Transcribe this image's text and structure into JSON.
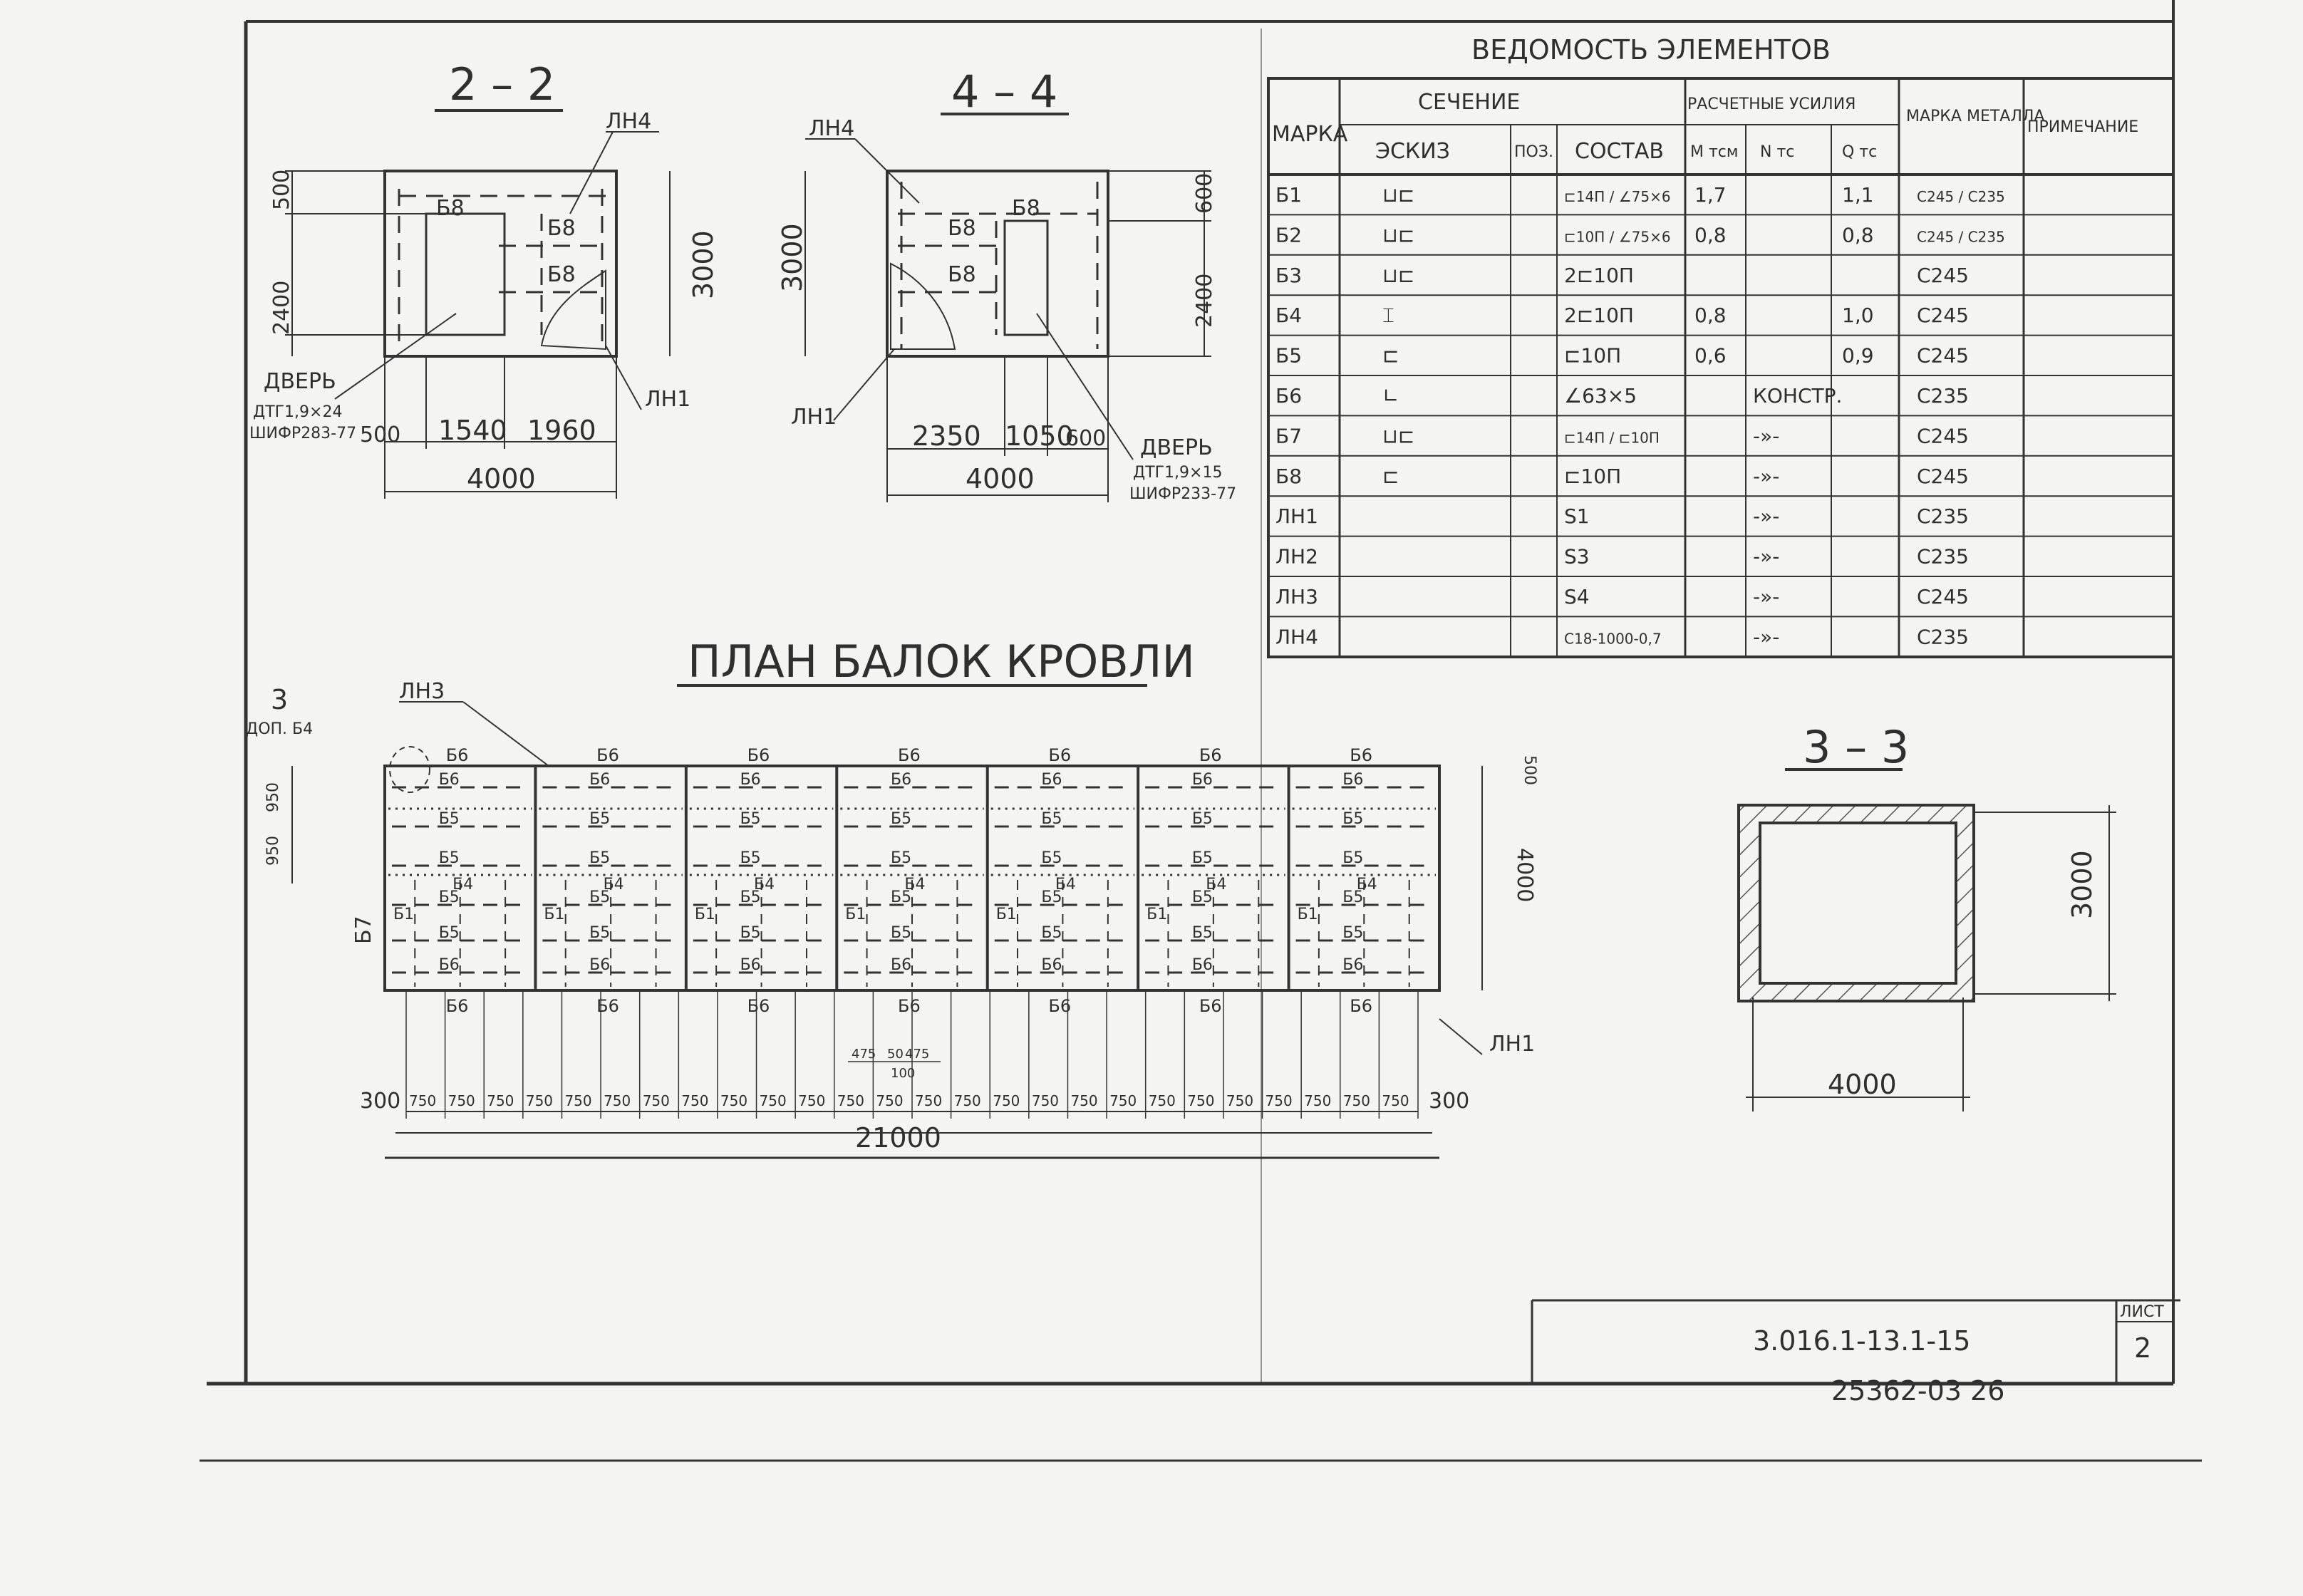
{
  "sections": {
    "s22": {
      "title": "2 – 2",
      "door_label": "ДВЕРЬ",
      "door_spec1": "ДТГ1,9×24",
      "door_spec2": "ШИФР283-77",
      "dim_bottom_1": "1540",
      "dim_bottom_2": "1960",
      "dim_left": "500",
      "dim_total": "4000",
      "dim_height": "3000",
      "dim_side_1": "2400",
      "dim_side_2": "500",
      "lbl_lh4": "ЛН4",
      "lbl_lh1": "ЛН1",
      "beam": "Б8"
    },
    "s44": {
      "title": "4 – 4",
      "door_label": "ДВЕРЬ",
      "door_spec1": "ДТГ1,9×15",
      "door_spec2": "ШИФР233-77",
      "dim_bottom_1": "2350",
      "dim_bottom_2": "1050",
      "dim_bottom_3": "600",
      "dim_total": "4000",
      "dim_height": "3000",
      "dim_side_1": "2400",
      "dim_side_2": "600",
      "lbl_lh4": "ЛН4",
      "lbl_lh1": "ЛН1",
      "beam": "Б8"
    },
    "s33": {
      "title": "3 – 3",
      "dim_width": "4000",
      "dim_height": "3000"
    }
  },
  "plan": {
    "title": "ПЛАН БАЛОК КРОВЛИ",
    "callout_num": "3",
    "callout_ref": "ДОП. Б4",
    "lbl_lh3": "ЛН3",
    "lbl_lh1": "ЛН1",
    "dim_total": "21000",
    "dim_edge": "300",
    "spans": [
      "750",
      "750",
      "750",
      "750",
      "750",
      "750",
      "750",
      "750",
      "750",
      "750",
      "750",
      "750",
      "750",
      "750",
      "750",
      "750",
      "750",
      "750",
      "750",
      "750",
      "750",
      "750",
      "750",
      "750",
      "750",
      "750"
    ],
    "detail_dims": [
      "475",
      "50",
      "475",
      "100"
    ],
    "right_dims": [
      "500",
      "4000"
    ],
    "left_dims": [
      "950",
      "950"
    ],
    "beam_top": "Б6",
    "beam_b5": "Б5",
    "beam_b1": "Б1",
    "beam_b4": "Б4",
    "beam_b7": "Б7",
    "bay_count": 7
  },
  "table": {
    "title": "ВЕДОМОСТЬ ЭЛЕМЕНТОВ",
    "header_mark": "МАРКА",
    "header_section": "СЕЧЕНИЕ",
    "header_forces": "РАСЧЕТНЫЕ УСИЛИЯ",
    "header_metal": "МАРКА МЕТАЛЛА",
    "header_note": "ПРИМЕЧАНИЕ",
    "sub_sketch": "ЭСКИЗ",
    "sub_pos": "ПОЗ.",
    "sub_comp": "СОСТАВ",
    "sub_m": "М тсм",
    "sub_n": "N тс",
    "sub_q": "Q тс",
    "rows": [
      {
        "mark": "Б1",
        "sketch": "⊔⊏",
        "comp": "⊏14П / ∠75×6",
        "m": "1,7",
        "n": "",
        "q": "1,1",
        "metal": "С245 / С235"
      },
      {
        "mark": "Б2",
        "sketch": "⊔⊏",
        "comp": "⊏10П / ∠75×6",
        "m": "0,8",
        "n": "",
        "q": "0,8",
        "metal": "С245 / С235"
      },
      {
        "mark": "Б3",
        "sketch": "⊔⊏",
        "comp": "2⊏10П",
        "m": "",
        "n": "",
        "q": "",
        "metal": "С245"
      },
      {
        "mark": "Б4",
        "sketch": "⌶",
        "comp": "2⊏10П",
        "m": "0,8",
        "n": "",
        "q": "1,0",
        "metal": "С245"
      },
      {
        "mark": "Б5",
        "sketch": "⊏",
        "comp": "⊏10П",
        "m": "0,6",
        "n": "",
        "q": "0,9",
        "metal": "С245"
      },
      {
        "mark": "Б6",
        "sketch": "∟",
        "comp": "∠63×5",
        "m": "",
        "n": "КОНСТР.",
        "q": "",
        "metal": "С235"
      },
      {
        "mark": "Б7",
        "sketch": "⊔⊏",
        "comp": "⊏14П / ⊏10П",
        "m": "",
        "n": "-»-",
        "q": "",
        "metal": "С245"
      },
      {
        "mark": "Б8",
        "sketch": "⊏",
        "comp": "⊏10П",
        "m": "",
        "n": "-»-",
        "q": "",
        "metal": "С245"
      },
      {
        "mark": "ЛН1",
        "sketch": "",
        "comp": "S1",
        "m": "",
        "n": "-»-",
        "q": "",
        "metal": "С235"
      },
      {
        "mark": "ЛН2",
        "sketch": "",
        "comp": "S3",
        "m": "",
        "n": "-»-",
        "q": "",
        "metal": "С235"
      },
      {
        "mark": "ЛН3",
        "sketch": "",
        "comp": "S4",
        "m": "",
        "n": "-»-",
        "q": "",
        "metal": "С245"
      },
      {
        "mark": "ЛН4",
        "sketch": "",
        "comp": "С18-1000-0,7",
        "m": "",
        "n": "-»-",
        "q": "",
        "metal": "С235"
      }
    ]
  },
  "stamp": {
    "code": "3.016.1-13.1-15",
    "sheet_label": "ЛИСТ",
    "sheet_no": "2",
    "archive": "25362-03 26"
  },
  "colors": {
    "paper": "#f4f4f2",
    "ink": "#2f2f2f"
  }
}
